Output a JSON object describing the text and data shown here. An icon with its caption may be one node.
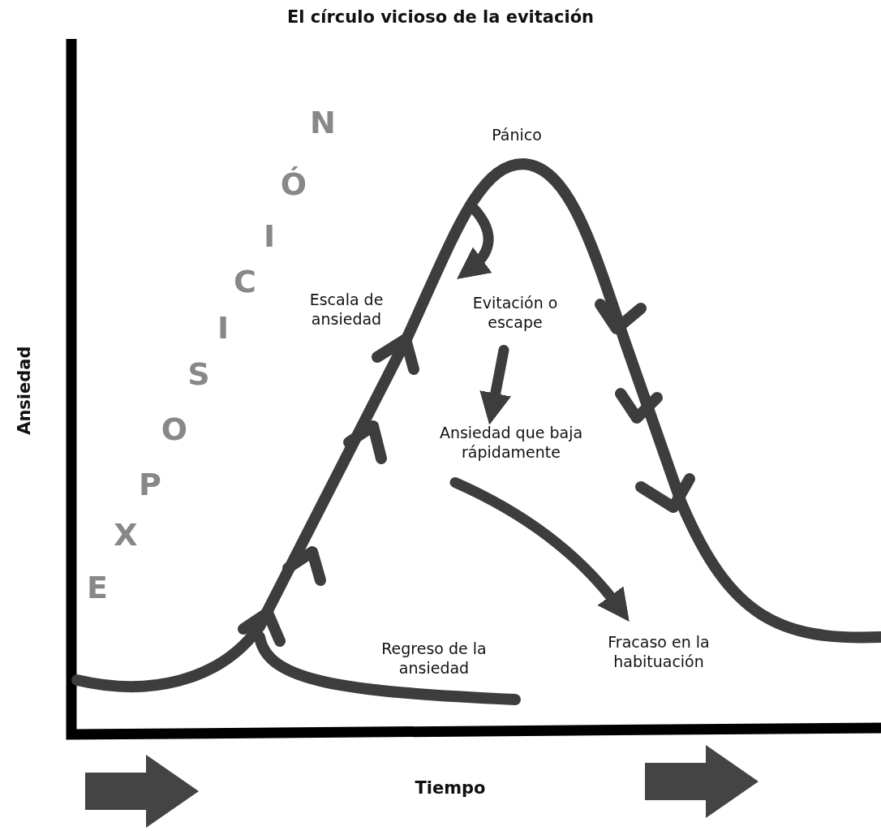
{
  "diagram": {
    "title": "El círculo vicioso de la evitación",
    "nodes": [
      {
        "text": [
          "Pánico"
        ]
      },
      {
        "text": [
          "Escala de ansiedad"
        ]
      },
      {
        "text": [
          "Evitación o escape"
        ]
      },
      {
        "text": [
          "Ansiedad que baja rápidamente"
        ]
      },
      {
        "text": [
          "Fracaso en la habituación"
        ]
      },
      {
        "text": [
          "Regreso de la ansiedad"
        ]
      }
    ],
    "edges": [
      {
        "from": null,
        "to": 2,
        "arrow": "to"
      },
      {
        "from": 2,
        "to": 3,
        "arrow": "to"
      },
      {
        "from": 3,
        "to": 4,
        "arrow": "to"
      }
    ],
    "labels": [
      "EXPOSICIÓN",
      "Ansiedad",
      "Tiempo"
    ]
  }
}
